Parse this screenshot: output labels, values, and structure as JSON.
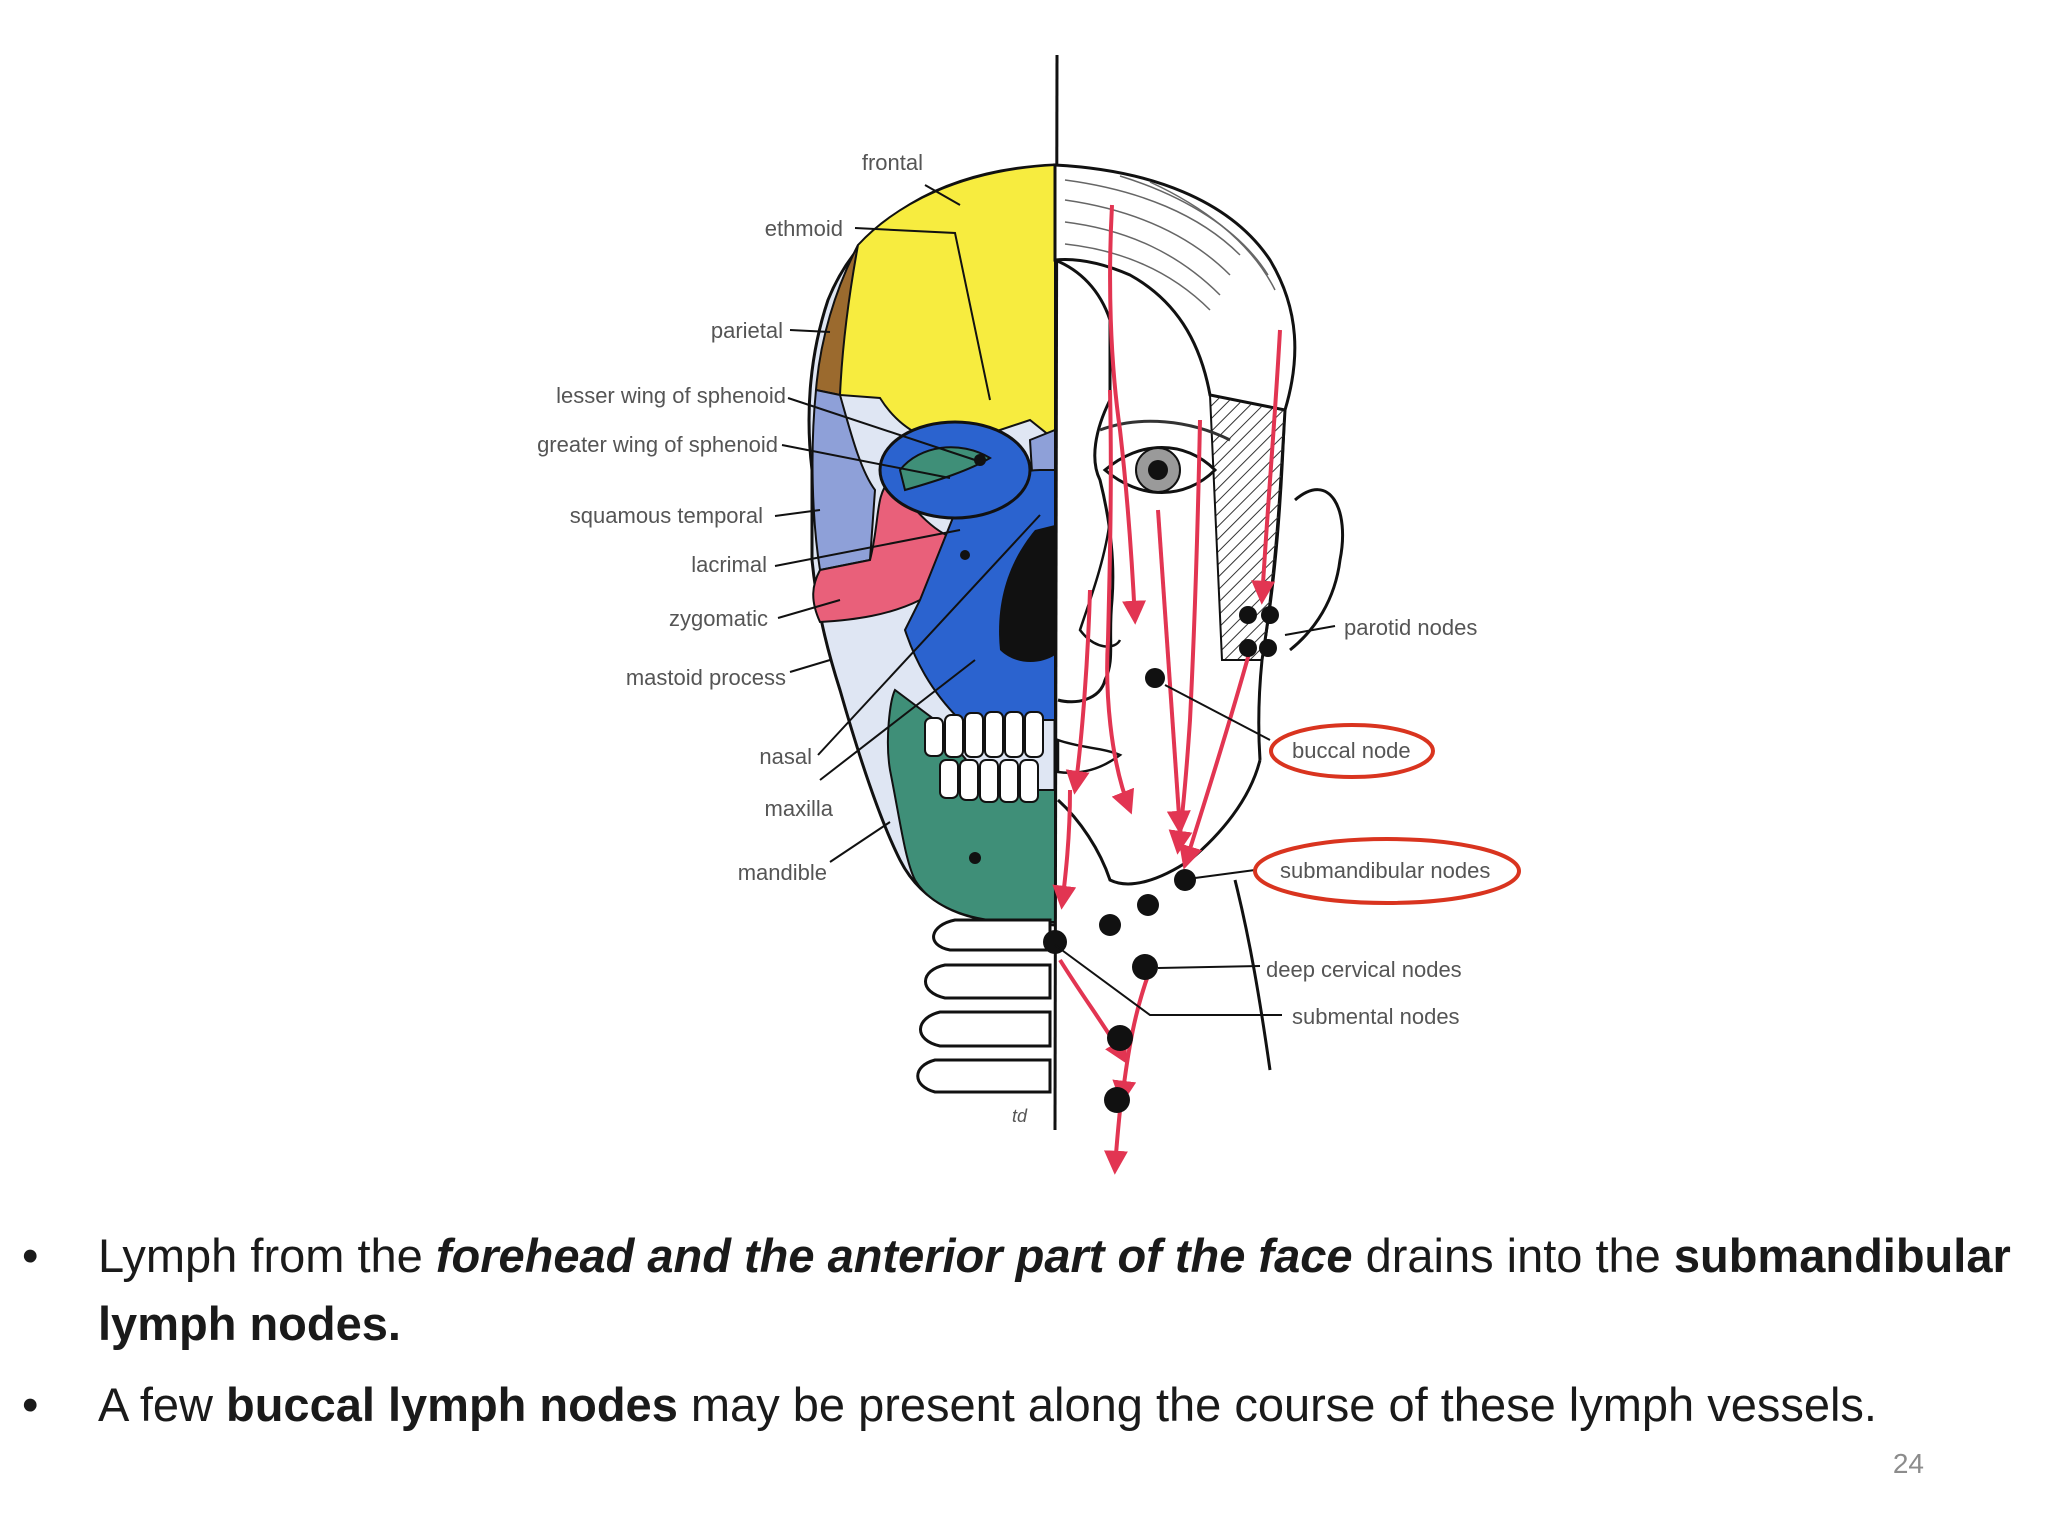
{
  "diagram": {
    "bone_labels": [
      "frontal",
      "ethmoid",
      "parietal",
      "lesser wing of sphenoid",
      "greater wing of sphenoid",
      "squamous temporal",
      "lacrimal",
      "zygomatic",
      "mastoid process",
      "nasal",
      "maxilla",
      "mandible"
    ],
    "node_labels": [
      "parotid nodes",
      "buccal node",
      "submandibular nodes",
      "deep cervical nodes",
      "submental nodes"
    ],
    "signature": "td",
    "colors": {
      "frontal": "#f7ec3f",
      "parietal": "#9b6a2e",
      "sphenoid_temporal": "#8ea0d8",
      "zygomatic": "#e9607a",
      "maxilla": "#2b63cf",
      "mandible": "#3f8f78",
      "lymph_vessel": "#e23552",
      "highlight_circle": "#d9341f"
    }
  },
  "bullets": [
    {
      "marker": "•",
      "before": "Lymph from the ",
      "emphasis": "forehead and the anterior part of the face",
      "middle": " drains into the ",
      "strong": "submandibular lymph nodes."
    },
    {
      "marker": "•",
      "before": "A few ",
      "strong": "buccal lymph nodes",
      "after": " may be present along the course of these lymph vessels."
    }
  ],
  "page_number": "24"
}
